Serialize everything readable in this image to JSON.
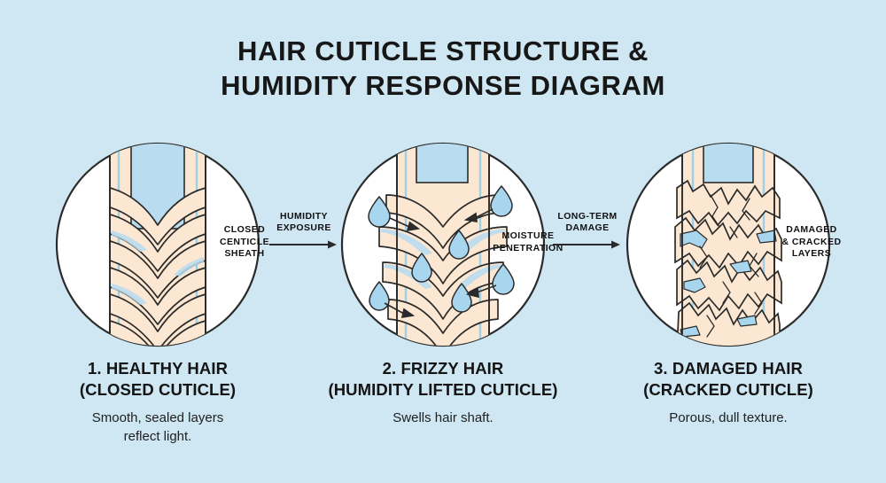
{
  "background_color": "#cfe7f3",
  "title": {
    "line1": "HAIR CUTICLE STRUCTURE &",
    "line2": "HUMIDITY RESPONSE DIAGRAM"
  },
  "palette": {
    "background": "#cfe7f3",
    "circle_fill": "#ffffff",
    "circle_stroke": "#2b2b2b",
    "cuticle_fill": "#fce8d2",
    "cortex_fill": "#b9dcf0",
    "droplet_fill": "#a9d6ef",
    "ink": "#2b2b2b",
    "text": "#141414"
  },
  "panels": [
    {
      "id": "healthy-hair",
      "callout": "CLOSED\nCENTICLE\nSHEATH",
      "caption_heading": "1. HEALTHY HAIR\n(CLOSED CUTICLE)",
      "caption_body": "Smooth, sealed layers\nreflect light."
    },
    {
      "id": "frizzy-hair",
      "callout": "MOISTURE\nPENETRATION",
      "caption_heading": "2. FRIZZY HAIR\n(HUMIDITY LIFTED CUTICLE)",
      "caption_body": "Swells hair shaft."
    },
    {
      "id": "damaged-hair",
      "callout": "DAMAGED\n& CRACKED\nLAYERS",
      "caption_heading": "3. DAMAGED HAIR\n(CRACKED CUTICLE)",
      "caption_body": "Porous, dull texture."
    }
  ],
  "connectors": [
    {
      "id": "humidity-exposure",
      "label": "HUMIDITY\nEXPOSURE"
    },
    {
      "id": "long-term-damage",
      "label": "LONG-TERM\nDAMAGE"
    }
  ]
}
